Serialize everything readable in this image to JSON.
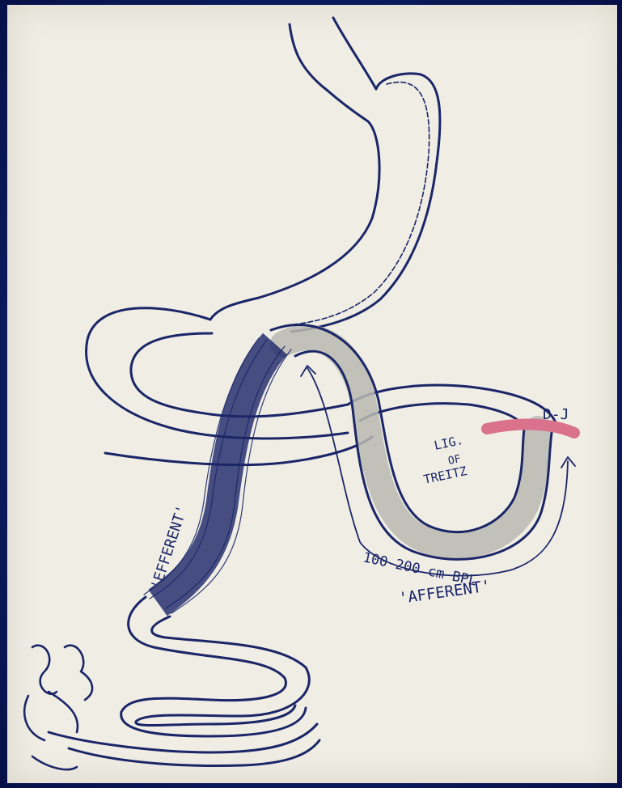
{
  "colors": {
    "ink": "#1b2668",
    "paper": "#efede4",
    "frame": "#0b1a5c",
    "bowel_shading": "#b9b9b2",
    "dj_marker": "#d9728a"
  },
  "labels": {
    "dj": "D-J",
    "lig_line1": "LIG.",
    "lig_line2": "OF",
    "lig_line3": "TREITZ",
    "bpl": "100-200 cm BPL",
    "afferent": "'AFFERENT'",
    "efferent": "'EFFERENT'"
  }
}
